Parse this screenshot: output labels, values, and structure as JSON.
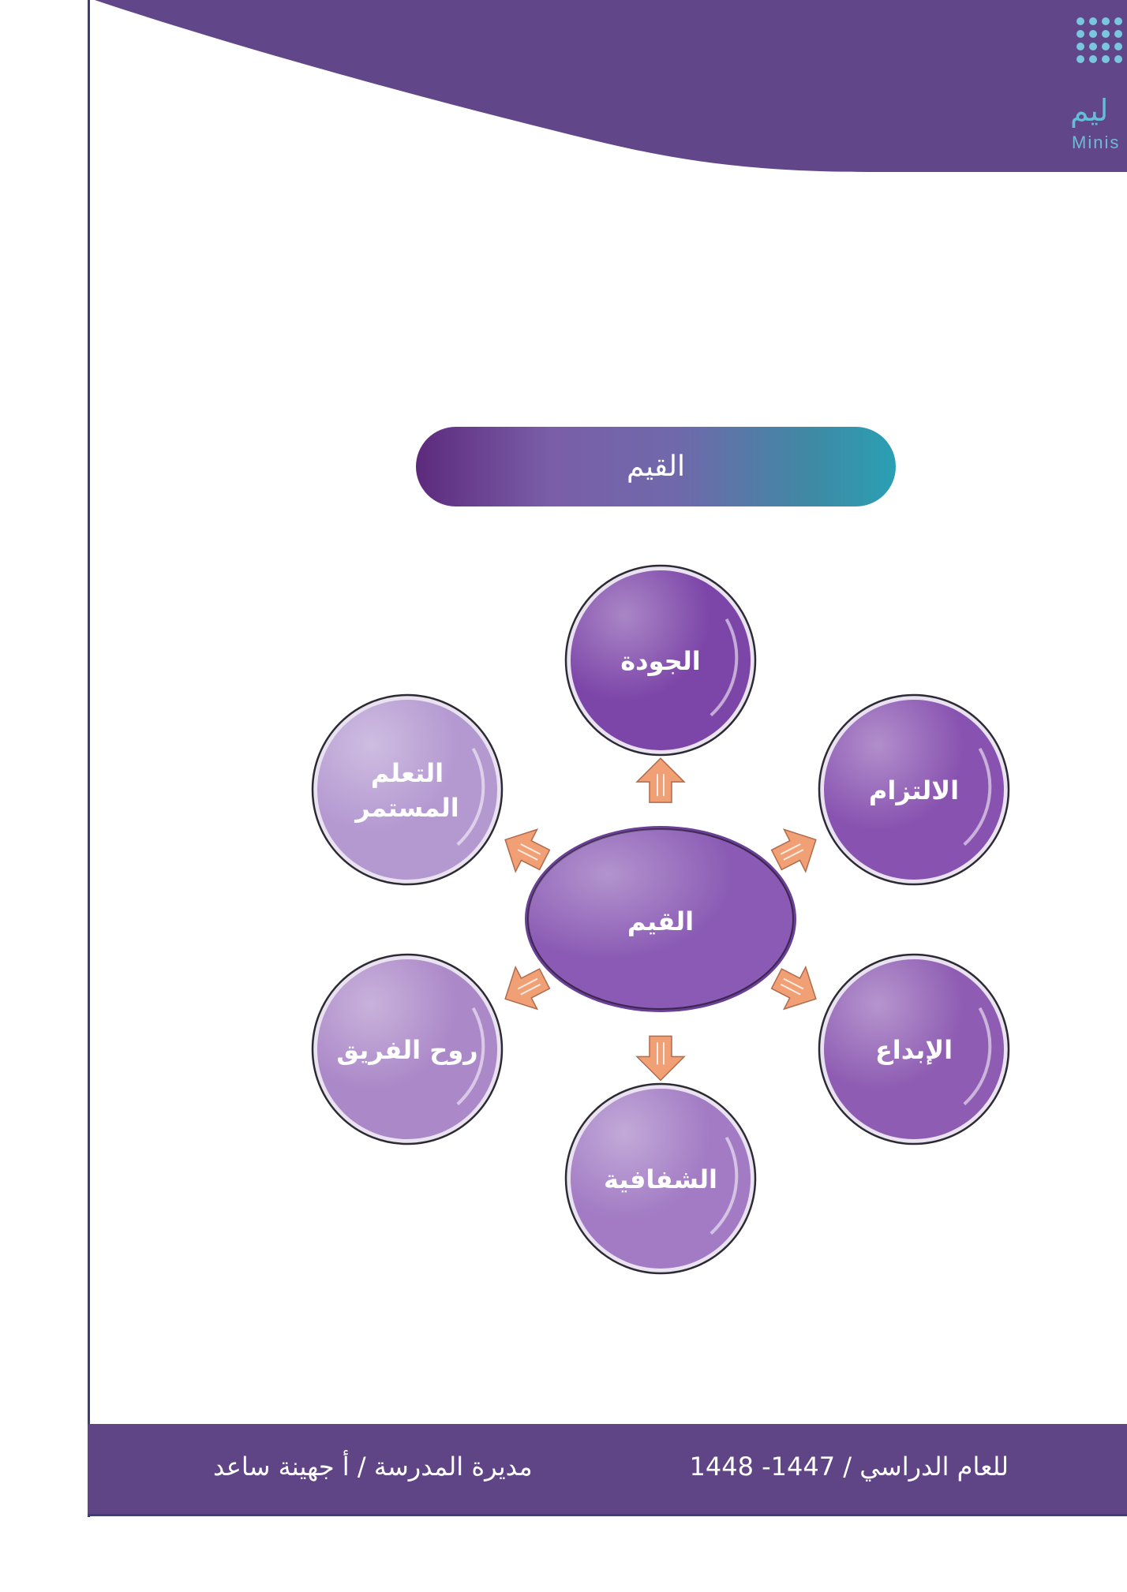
{
  "header": {
    "logo_arabic": "ليم",
    "logo_english": "Minis",
    "brand_color": "#62468a"
  },
  "title": "القيم",
  "diagram": {
    "center": "القيم",
    "nodes": [
      {
        "id": "quality",
        "lines": [
          "الجودة"
        ],
        "color": "#7c45a8"
      },
      {
        "id": "commitment",
        "lines": [
          "الالتزام"
        ],
        "color": "#8852b0"
      },
      {
        "id": "creativity",
        "lines": [
          "الإبداع"
        ],
        "color": "#8e5cb3"
      },
      {
        "id": "transparency",
        "lines": [
          "الشفافية"
        ],
        "color": "#a27bc4"
      },
      {
        "id": "team-spirit",
        "lines": [
          "روح الفريق"
        ],
        "color": "#ab88c8"
      },
      {
        "id": "continuous-learning",
        "lines": [
          "التعلم",
          "المستمر"
        ],
        "color": "#b499d1"
      }
    ],
    "center_color": "#8a5ab4",
    "arrow_color": "#f0a074"
  },
  "footer": {
    "academic_year": "للعام الدراسي /   1447- 1448",
    "principal": "مديرة المدرسة / أ جهينة ساعد"
  }
}
